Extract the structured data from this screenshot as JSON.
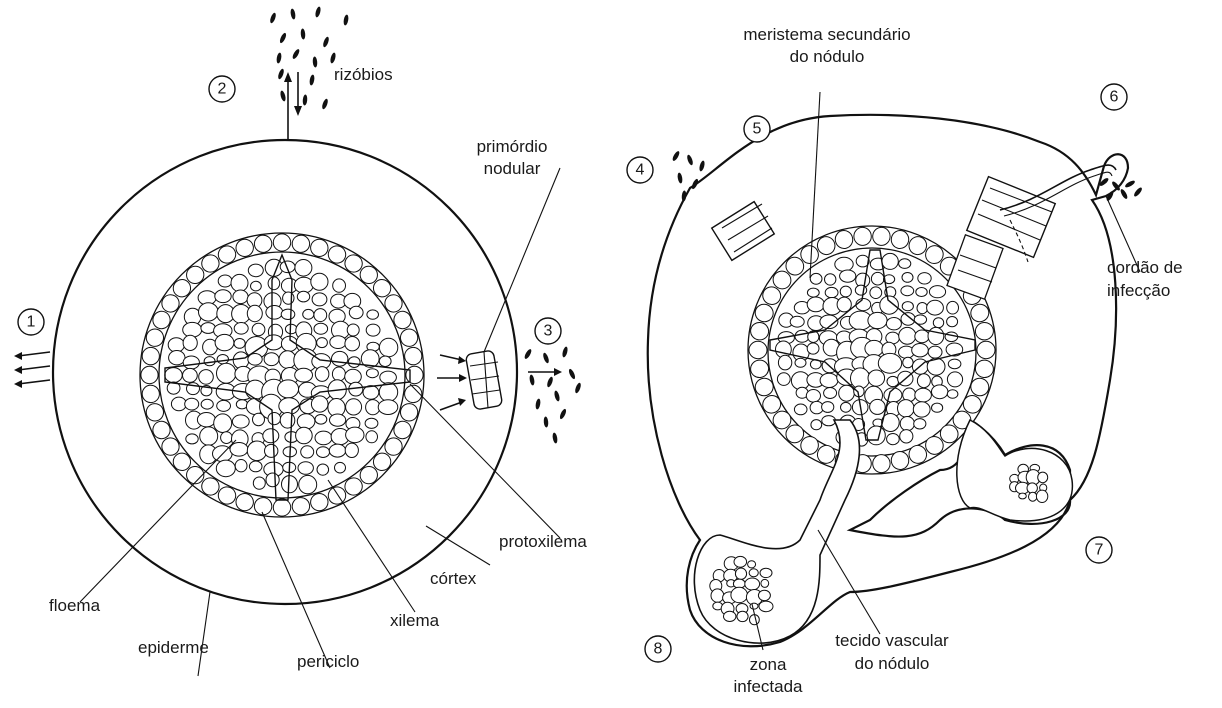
{
  "labels": {
    "rizobios": "rizóbios",
    "primordio_1": "primórdio",
    "primordio_2": "nodular",
    "protoxilema": "protoxilema",
    "cortex": "córtex",
    "xilema": "xilema",
    "periciclo": "periciclo",
    "epiderme": "epiderme",
    "floema": "floema",
    "meristema_1": "meristema secundário",
    "meristema_2": "do nódulo",
    "cordao_1": "cordão de",
    "cordao_2": "infecção",
    "tecido_1": "tecido vascular",
    "tecido_2": "do nódulo",
    "zona_1": "zona",
    "zona_2": "infectada"
  },
  "steps": [
    "1",
    "2",
    "3",
    "4",
    "5",
    "6",
    "7",
    "8"
  ]
}
